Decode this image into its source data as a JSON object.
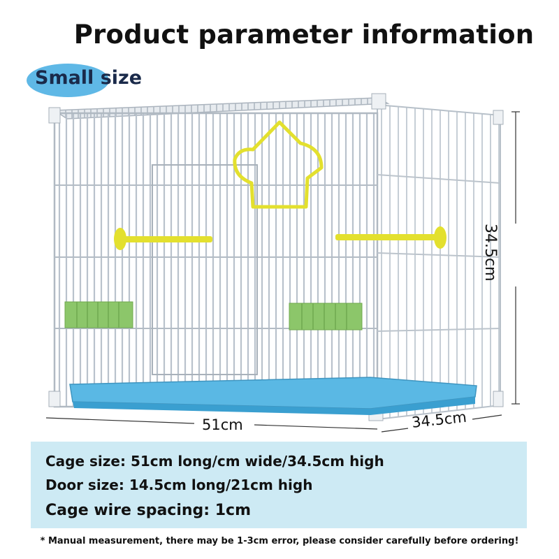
{
  "title": "Product parameter information",
  "size_label": "Small size",
  "dimensions": {
    "height": "34.5cm",
    "width": "51cm",
    "depth": "34.5cm"
  },
  "specs": {
    "cage_size": "Cage size: 51cm long/cm wide/34.5cm high",
    "door_size": "Door size: 14.5cm long/21cm high",
    "wire_spacing": "Cage wire spacing: 1cm"
  },
  "footnote": "* Manual measurement, there may be 1-3cm error, please consider carefully before ordering!",
  "colors": {
    "badge": "#5fb8e6",
    "spec_box": "#cdeaf4",
    "tray": "#5ab8e4",
    "accessory": "#e3e02e",
    "feeder": "#8cc66a"
  }
}
